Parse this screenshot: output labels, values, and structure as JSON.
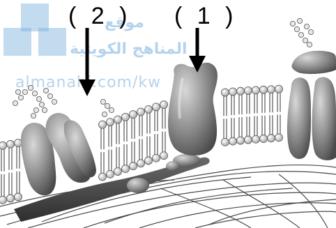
{
  "labels": {
    "one": "( 1 )",
    "two": "( 2 )"
  },
  "watermark": {
    "arabic_line1": "موقع",
    "arabic_line2": "المناهج الكويتية",
    "url": "almanahj.com/kw",
    "color": "#78afdc"
  },
  "colors": {
    "protein": "#8a8a8a",
    "phospholipid_head": "#cfcfcf",
    "tail": "#333333",
    "cytoskeleton": "#555555"
  }
}
